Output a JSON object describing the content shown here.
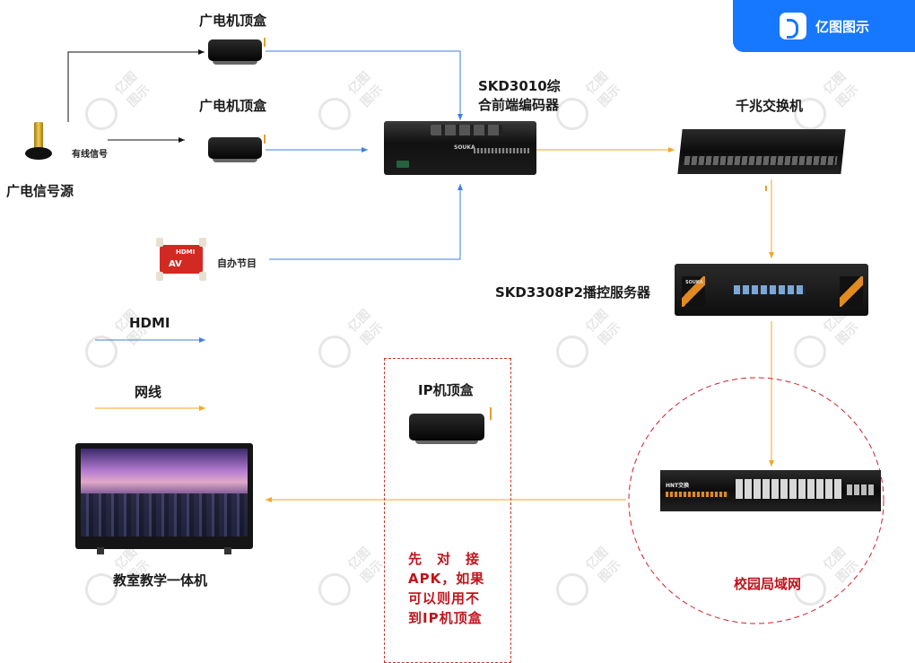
{
  "brand": {
    "logo_icon": "edraw-logo-icon",
    "name": "亿图图示"
  },
  "watermark": {
    "text": "亿图图示"
  },
  "nodes": {
    "stb_top": {
      "label": "广电机顶盒"
    },
    "stb_mid": {
      "label": "广电机顶盒"
    },
    "signal_source": {
      "label": "广电信号源"
    },
    "wired_signal": {
      "label": "有线信号"
    },
    "self_program": {
      "label": "自办节目"
    },
    "encoder": {
      "label_line1": "SKD3010综",
      "label_line2": "合前端编码器",
      "brand_text": "SOUKA"
    },
    "gigabit_switch": {
      "label": "千兆交换机"
    },
    "server": {
      "label": "SKD3308P2播控服务器",
      "brand_text": "SOUKA"
    },
    "ip_stb": {
      "label": "IP机顶盒"
    },
    "classroom_display": {
      "label": "教室教学一体机"
    },
    "campus_lan": {
      "label": "校园局域网"
    },
    "lan_switch": {
      "brand_text": "HNT交换"
    },
    "av_hdmi_module": {
      "hdmi_text": "HDMI",
      "av_text": "AV"
    }
  },
  "legend": {
    "hdmi": {
      "label": "HDMI",
      "color": "#3f7fe6"
    },
    "network": {
      "label": "网线",
      "color": "#f5a623"
    }
  },
  "note": {
    "line1": "先　对　接",
    "line2": "APK，如果",
    "line3": "可以则用不",
    "line4": "到IP机顶盒",
    "color": "#c0141c"
  },
  "colors": {
    "hdmi_line": "#3f7fe6",
    "network_line": "#f5a623",
    "lan_circle": "#d0202a",
    "black_line": "#111111"
  }
}
